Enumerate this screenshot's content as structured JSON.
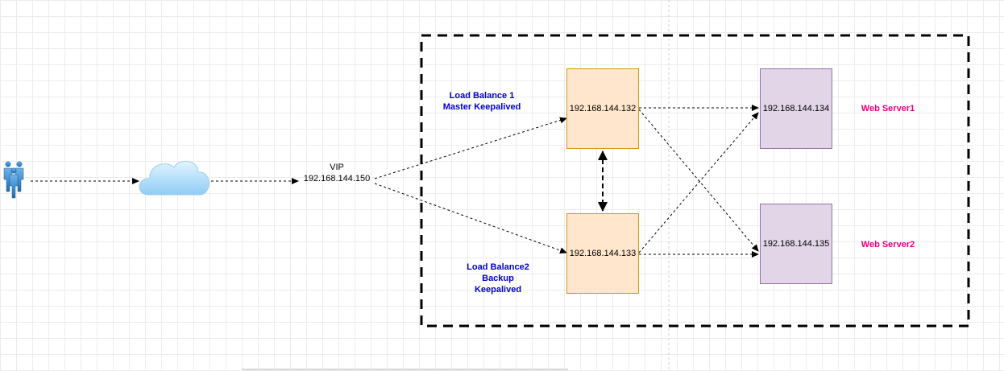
{
  "vip": {
    "title": "VIP",
    "ip": "192.168.144.150"
  },
  "load_balancers": [
    {
      "ip": "192.168.144.132",
      "caption_lines": [
        "Load Balance 1",
        "Master Keepalived"
      ]
    },
    {
      "ip": "192.168.144.133",
      "caption_lines": [
        "Load Balance2",
        "Backup",
        "Keepalived"
      ]
    }
  ],
  "web_servers": [
    {
      "ip": "192.168.144.134",
      "caption": "Web Server1"
    },
    {
      "ip": "192.168.144.135",
      "caption": "Web Server2"
    }
  ],
  "colors": {
    "lb_fill": "#ffe6cc",
    "lb_stroke": "#d79b00",
    "ws_fill": "#e1d5e7",
    "ws_stroke": "#9673a6",
    "caption_blue": "#0000cc",
    "caption_pink": "#e6007e",
    "cloud": "#bfe3fb"
  },
  "icons": [
    "users-icon",
    "cloud-icon"
  ]
}
